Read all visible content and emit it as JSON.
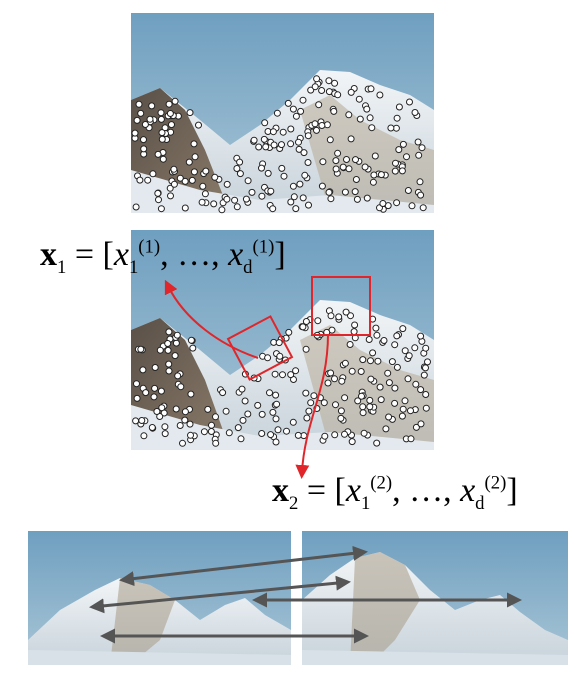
{
  "formulas": {
    "x1": {
      "symbol": "x",
      "index": "1",
      "open": "= [",
      "first_var": "x",
      "first_sub": "1",
      "first_sup": "(1)",
      "ellipsis": ", …, ",
      "last_var": "x",
      "last_sub": "d",
      "last_sup": "(1)",
      "close": "]"
    },
    "x2": {
      "symbol": "x",
      "index": "2",
      "open": "= [",
      "first_var": "x",
      "first_sub": "1",
      "first_sup": "(2)",
      "ellipsis": ", …, ",
      "last_var": "x",
      "last_sub": "d",
      "last_sup": "(2)",
      "close": "]"
    }
  },
  "colors": {
    "highlight_box": "#e0262a",
    "match_arrow": "#555555",
    "keypoint_fill": "#ffffff",
    "keypoint_stroke": "#222222"
  }
}
